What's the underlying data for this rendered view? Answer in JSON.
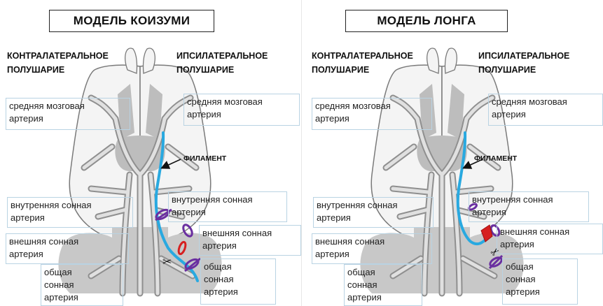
{
  "models": [
    {
      "title": "МОДЕЛЬ КОИЗУМИ",
      "contra": [
        "КОНТРАЛАТЕРАЛЬНОЕ",
        "ПОЛУШАРИЕ"
      ],
      "ipsi": [
        "ИПСИЛАТЕРАЛЬНОЕ",
        "ПОЛУШАРИЕ"
      ],
      "mca_left": [
        "средняя мозговая",
        "артерия"
      ],
      "mca_right": [
        "средняя мозговая",
        "артерия"
      ],
      "filament": "ФИЛАМЕНТ",
      "ica_left": [
        "внутренняя сонная",
        "артерия"
      ],
      "ica_right": [
        "внутренняя сонная",
        "артерия"
      ],
      "eca_left": [
        "внешняя сонная",
        "артерия"
      ],
      "eca_right": [
        "внешняя сонная",
        "артерия"
      ],
      "cca_left": [
        "общая",
        "сонная",
        "артерия"
      ],
      "cca_right": [
        "общая",
        "сонная",
        "артерия"
      ]
    },
    {
      "title": "МОДЕЛЬ ЛОНГА",
      "contra": [
        "КОНТРАЛАТЕРАЛЬНОЕ",
        "ПОЛУШАРИЕ"
      ],
      "ipsi": [
        "ИПСИЛАТЕРАЛЬНОЕ",
        "ПОЛУШАРИЕ"
      ],
      "mca_left": [
        "средняя мозговая",
        "артерия"
      ],
      "mca_right": [
        "средняя мозговая",
        "артерия"
      ],
      "filament": "ФИЛАМЕНТ",
      "ica_left": [
        "внутренняя сонная",
        "артерия"
      ],
      "ica_right": [
        "внутренняя сонная",
        "артерия"
      ],
      "eca_left": [
        "внешняя сонная",
        "артерия"
      ],
      "eca_right": [
        "внешняя сонная",
        "артерия"
      ],
      "cca_left": [
        "общая",
        "сонная",
        "артерия"
      ],
      "cca_right": [
        "общая",
        "сонная",
        "артерия"
      ]
    }
  ],
  "colors": {
    "brain_fill": "#f2f2f2",
    "brain_stroke": "#7a7a7a",
    "vessel": "#8f8f8f",
    "vessel_light": "#d9d9d9",
    "region": "#bdbdbd",
    "filament": "#29a9e0",
    "suture": "#6a2fa0",
    "clip": "#d62020",
    "label_border": "#b9d3e3"
  },
  "icons": [
    "scissors-icon",
    "suture-knot-icon",
    "clip-icon",
    "arrow-icon"
  ]
}
